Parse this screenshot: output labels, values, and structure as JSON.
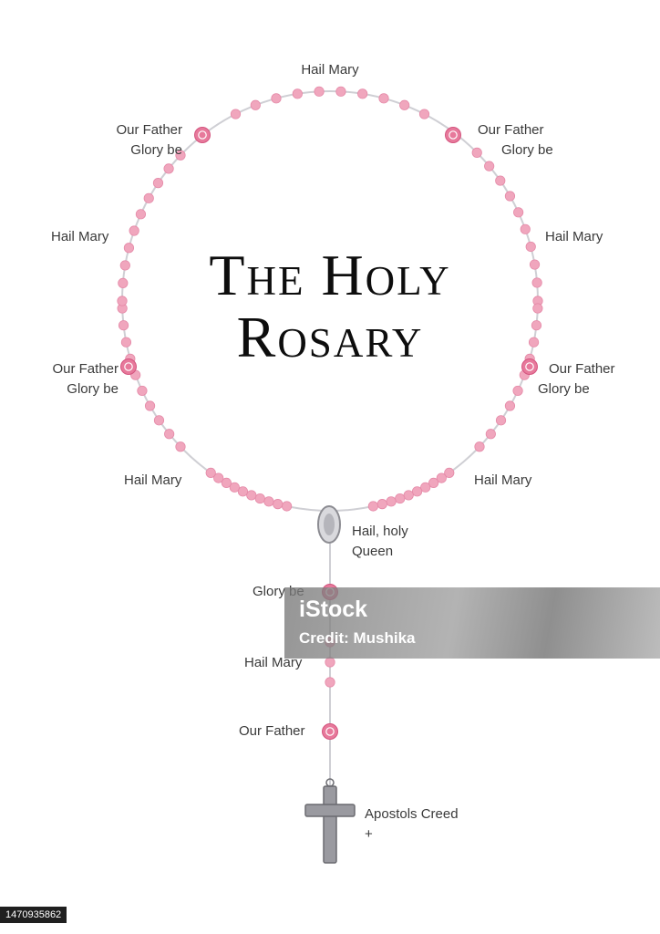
{
  "title": {
    "line1": "The Holy",
    "line2": "Rosary"
  },
  "labels": {
    "top_hail_mary": "Hail Mary",
    "our_father_tl": {
      "line1": "Our Father",
      "line2": "Glory be"
    },
    "our_father_tr": {
      "line1": "Our Father",
      "line2": "Glory be"
    },
    "hail_mary_left": "Hail Mary",
    "hail_mary_right": "Hail Mary",
    "our_father_ml": {
      "line1": "Our Father",
      "line2": "Glory be"
    },
    "our_father_mr": {
      "line1": "Our Father",
      "line2": "Glory be"
    },
    "hail_mary_bl": "Hail Mary",
    "hail_mary_br": "Hail Mary",
    "hail_holy_queen": {
      "line1": "Hail, holy",
      "line2": "Queen"
    },
    "glory_be": "Glory be",
    "hail_mary_pendant": "Hail Mary",
    "our_father_pendant": "Our Father",
    "apostles_creed": {
      "line1": "Apostols Creed",
      "line2": "+"
    }
  },
  "watermark": {
    "brand": "iStock",
    "credit": "Credit: Mushika"
  },
  "stock_id": "1470935862",
  "colors": {
    "bead": "#f0a6bd",
    "rose": "#e7799b",
    "chain": "#cfcfd4",
    "metal": "#8c8c92"
  }
}
